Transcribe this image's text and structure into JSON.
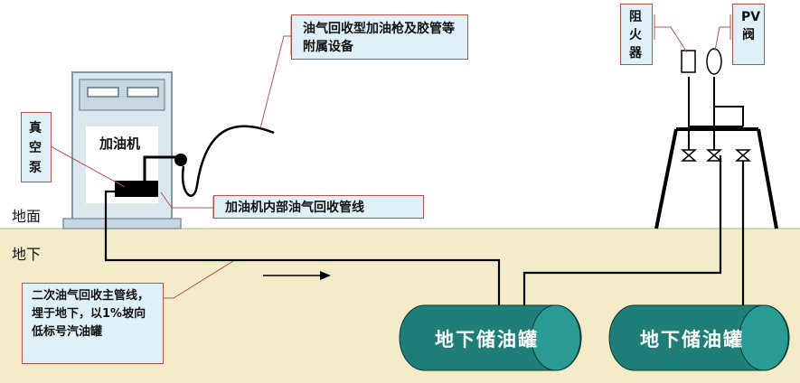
{
  "labels": {
    "ground_surface": "地面",
    "underground": "地下",
    "dispenser": "加油机",
    "vacuum_pump": "真空泵",
    "nozzle_hose_equipment": "油气回收型加油枪及胶管等附属设备",
    "internal_vapor_pipeline": "加油机内部油气回收管线",
    "flame_arrester": "阻火器",
    "pv_valve": "PV阀",
    "secondary_main_pipe": "二次油气回收主管线，埋于地下，以1%坡向低标号汽油罐",
    "tank_1": "地下储油罐",
    "tank_2": "地下储油罐"
  },
  "colors": {
    "ground": "#f4ecc8",
    "tank_body": "#1f7f78",
    "callout_fill": "#dff0f8",
    "callout_border": "#b5544c",
    "dispenser_fill": "#dde8ee",
    "dispenser_border": "#7f98a6"
  }
}
